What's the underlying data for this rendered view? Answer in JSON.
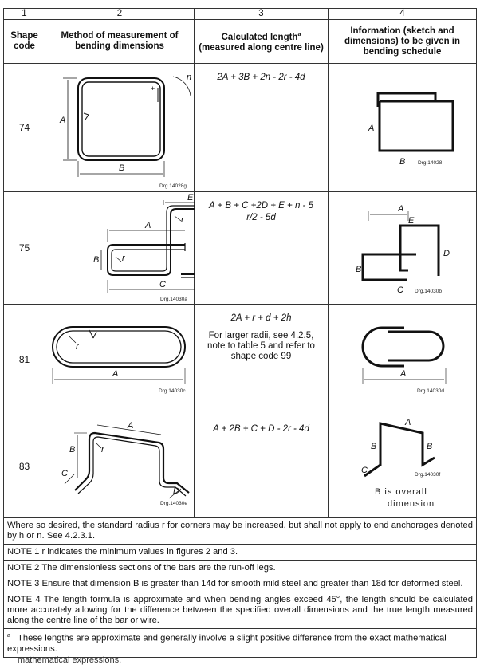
{
  "table": {
    "column_numbers": [
      "1",
      "2",
      "3",
      "4"
    ],
    "headers": {
      "shape_code": "Shape code",
      "method": "Method of measurement of bending dimensions",
      "calculated_length": "Calculated length",
      "calculated_length_sup": "a",
      "calculated_length_sub": "(measured along centre line)",
      "information": "Information (sketch and dimensions) to be given in bending schedule"
    },
    "rows": [
      {
        "code": "74",
        "formula": "2A + 3B + 2n - 2r - 4d",
        "method_drawing_ref": "Drg.14028g",
        "info_drawing_ref": "Drg.14028",
        "labels": {
          "A": "A",
          "B": "B",
          "n": "n"
        }
      },
      {
        "code": "75",
        "formula_line1": "A + B + C +2D + E + n - 5",
        "formula_line2": "r/2 - 5d",
        "method_drawing_ref": "Drg.14030a",
        "info_drawing_ref": "Drg.14030b",
        "labels": {
          "A": "A",
          "B": "B",
          "C": "C",
          "D": "D",
          "E": "E",
          "r": "r"
        }
      },
      {
        "code": "81",
        "formula": "2A + r + d + 2h",
        "note": "For larger radii, see 4.2.5, note to table 5 and refer to shape code 99",
        "method_drawing_ref": "Drg.14030c",
        "info_drawing_ref": "Drg.14030d",
        "labels": {
          "A": "A",
          "r": "r"
        }
      },
      {
        "code": "83",
        "formula": "A + 2B + C + D - 2r - 4d",
        "method_drawing_ref": "Drg.14030e",
        "info_drawing_ref": "Drg.14030f",
        "info_caption_line1": "B is overall",
        "info_caption_line2": "dimension",
        "labels": {
          "A": "A",
          "B": "B",
          "C": "C",
          "D": "D",
          "r": "r"
        }
      }
    ]
  },
  "notes": {
    "intro": "Where so desired, the standard radius r for corners may be increased, but shall not apply to end anchorages denoted by h or n. See 4.2.3.1.",
    "note1": "NOTE 1   r indicates the minimum values in figures 2 and 3.",
    "note2": "NOTE 2   The dimensionless sections of the bars are the run-off legs.",
    "note3": "NOTE 3   Ensure that dimension B is greater than 14d for smooth mild steel and greater than 18d for deformed steel.",
    "note4": "NOTE 4   The length formula is approximate and when bending angles exceed 45°, the length should be calculated more accurately allowing for the difference between the specified overall dimensions and the true length measured along the centre line of the bar or wire.",
    "footnote_mark": "a",
    "footnote": "These lengths are approximate and generally involve a slight positive difference from the exact mathematical expressions."
  },
  "cutoff_text": "mathematical expressions."
}
